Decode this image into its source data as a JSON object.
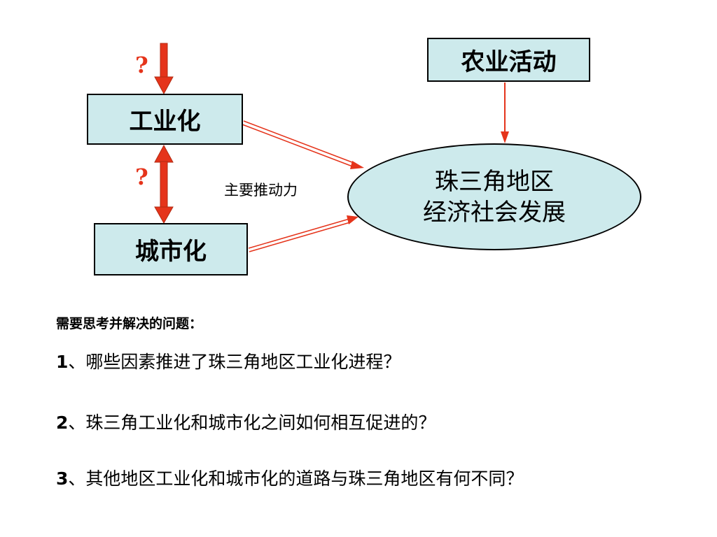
{
  "diagram": {
    "nodes": {
      "agriculture": "农业活动",
      "industrialization": "工业化",
      "urbanization": "城市化",
      "target_line1": "珠三角地区",
      "target_line2": "经济社会发展"
    },
    "question_marks": [
      "?",
      "?"
    ],
    "edge_label": "主要推动力",
    "colors": {
      "box_fill": "#cdeaec",
      "arrow_red": "#e5341b",
      "arrow_outline": "#b22a12"
    }
  },
  "questions": {
    "heading": "需要思考并解决的问题：",
    "items": [
      {
        "num": "1",
        "text": "、哪些因素推进了珠三角地区工业化进程？"
      },
      {
        "num": "2",
        "text": "、珠三角工业化和城市化之间如何相互促进的？"
      },
      {
        "num": "3",
        "text": "、其他地区工业化和城市化的道路与珠三角地区有何不同？"
      }
    ]
  }
}
